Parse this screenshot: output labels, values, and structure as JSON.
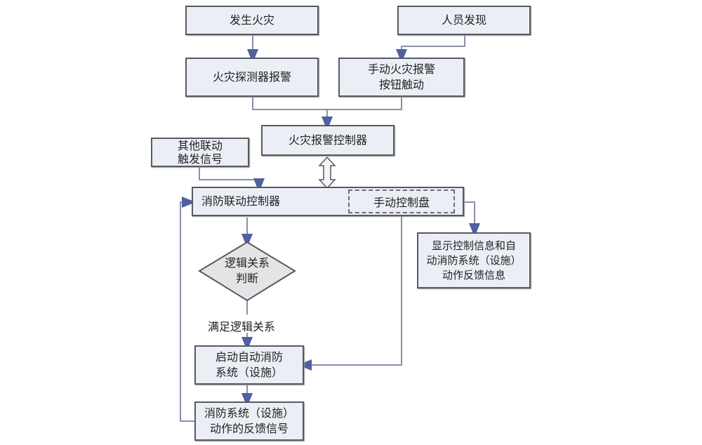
{
  "nodes": {
    "fire_occurs": "发生火灾",
    "person_discovers": "人员发现",
    "detector_alarm": "火灾探测器报警",
    "manual_button": [
      "手动火灾报警",
      "按钮触动"
    ],
    "fire_alarm_controller": "火灾报警控制器",
    "other_trigger": [
      "其他联动",
      "触发信号"
    ],
    "linkage_controller": "消防联动控制器",
    "manual_panel": "手动控制盘",
    "logic_decision": [
      "逻辑关系",
      "判断"
    ],
    "logic_satisfied": "满足逻辑关系",
    "start_auto_system": [
      "启动自动消防",
      "系统（设施）"
    ],
    "feedback_signal": [
      "消防系统（设施）",
      "动作的反馈信号"
    ],
    "display_info": [
      "显示控制信息和自",
      "动消防系统（设施）",
      "动作反馈信息"
    ]
  },
  "colors": {
    "box_fill": "#eceef6",
    "box_border": "#555a60",
    "connector": "#8a90a8",
    "arrow": "#5060a0",
    "diamond_fill": "#e4e4e6"
  }
}
